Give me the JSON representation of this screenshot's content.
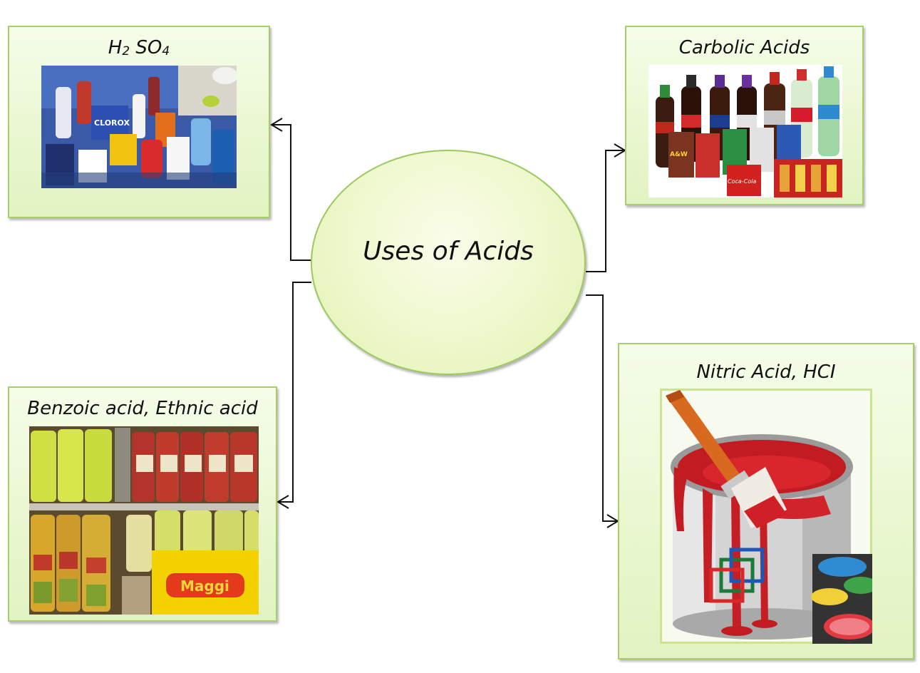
{
  "diagram": {
    "center": {
      "label": "Uses of Acids"
    },
    "nodes": {
      "h2so4": {
        "title_part1": "H",
        "sub1": "2",
        "title_part2": " SO",
        "sub2": "4"
      },
      "carbolic": {
        "title": "Carbolic Acids"
      },
      "benzoic": {
        "title": "Benzoic acid, Ethnic acid"
      },
      "nitric": {
        "title": "Nitric Acid, HCI"
      }
    },
    "photo_labels": {
      "detergent_brand": "CLOROX",
      "soda_brand": "Coca-Cola",
      "soda_brand2": "A&W",
      "noodle_brand": "Maggi"
    },
    "colors": {
      "box_border": "#a6cf6a",
      "box_fill": "#e9f7cf",
      "ellipse_fill": "#eef8cc",
      "connector": "#111111"
    }
  }
}
